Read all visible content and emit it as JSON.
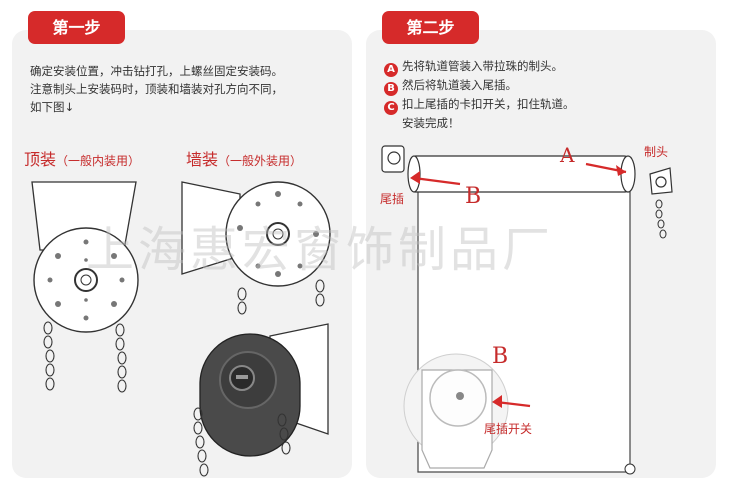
{
  "step1": {
    "badge": "第一步",
    "instr_line1": "确定安装位置，冲击钻打孔，上螺丝固定安装码。",
    "instr_line2": "注意制头上安装码时，顶装和墙装对孔方向不同，",
    "instr_line3": "如下图↓",
    "top_mount_title": "顶装",
    "top_mount_note": "（一般内装用）",
    "wall_mount_title": "墙装",
    "wall_mount_note": "（一般外装用）"
  },
  "step2": {
    "badge": "第二步",
    "steps": [
      {
        "marker": "A",
        "text": "先将轨道管装入带拉珠的制头。"
      },
      {
        "marker": "B",
        "text": "然后将轨道装入尾插。"
      },
      {
        "marker": "C",
        "text": "扣上尾插的卡扣开关，扣住轨道。"
      }
    ],
    "done_text": "安装完成！",
    "label_a": "A",
    "label_head": "制头",
    "label_b_top": "B",
    "label_tail": "尾插",
    "label_b_bottom": "B",
    "label_tail_switch": "尾插开关"
  },
  "watermark": "上海惠宏窗饰制品厂",
  "colors": {
    "accent": "#d62a2a",
    "panel": "#f2f2f2",
    "text": "#333333"
  }
}
